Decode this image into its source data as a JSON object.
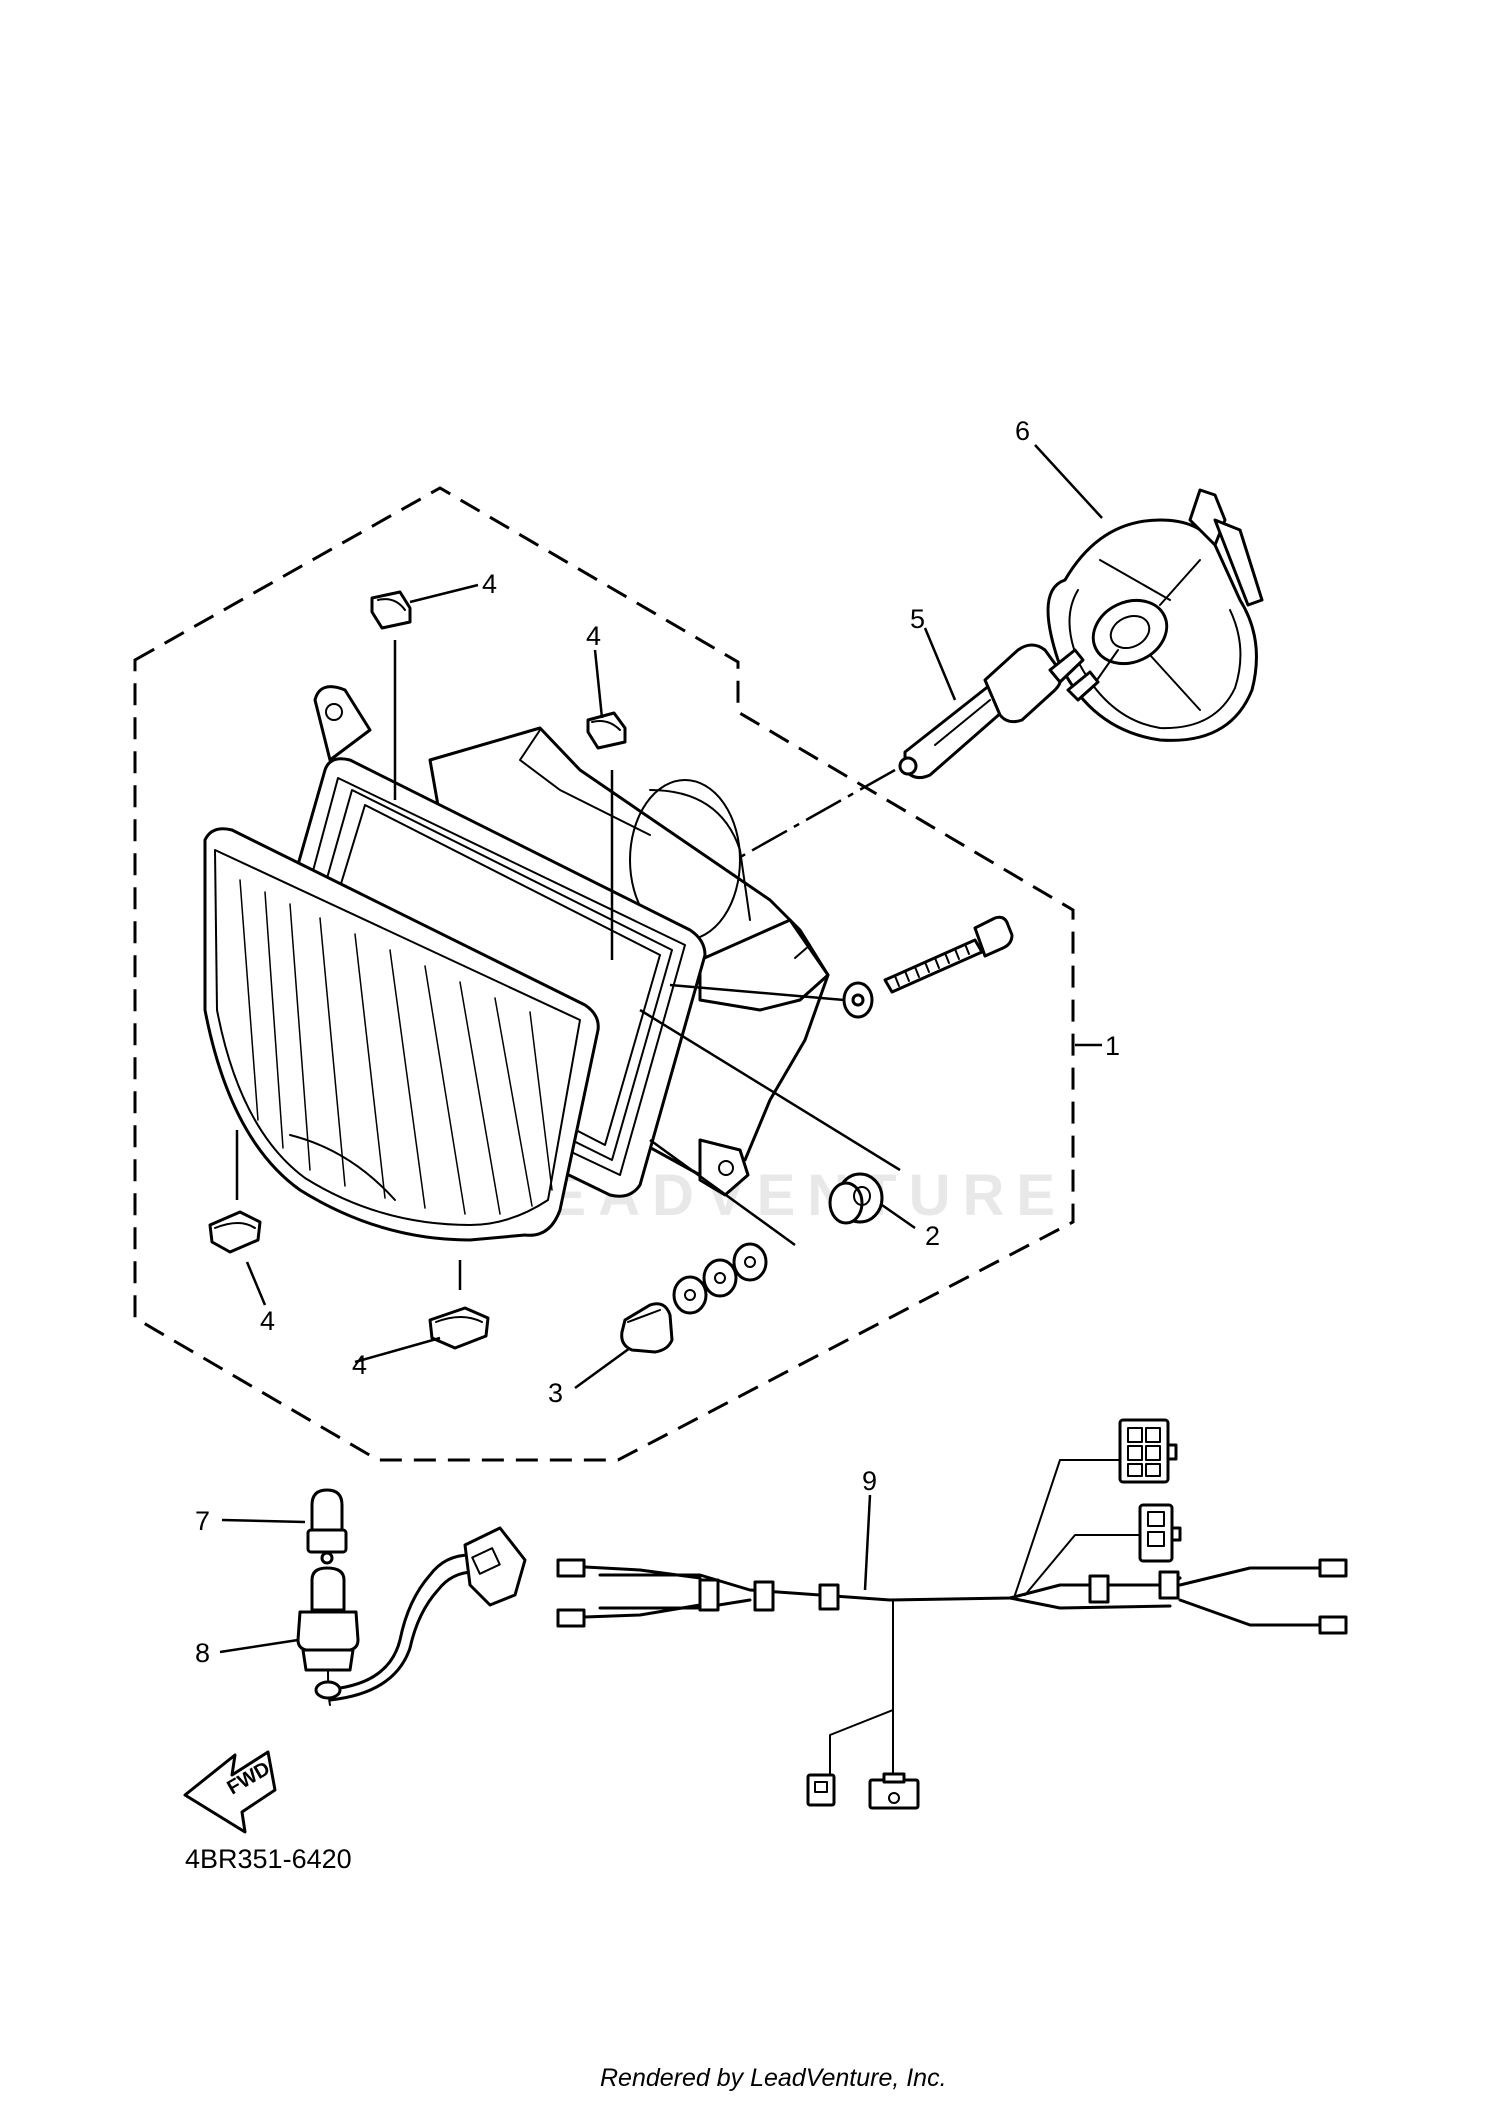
{
  "callouts": {
    "c1": "1",
    "c2": "2",
    "c3": "3",
    "c4a": "4",
    "c4b": "4",
    "c4c": "4",
    "c4d": "4",
    "c5": "5",
    "c6": "6",
    "c7": "7",
    "c8": "8",
    "c9": "9"
  },
  "part_code": "4BR351-6420",
  "fwd_label": "FWD",
  "watermark": "LEADVENTURE",
  "footer": "Rendered by LeadVenture, Inc."
}
